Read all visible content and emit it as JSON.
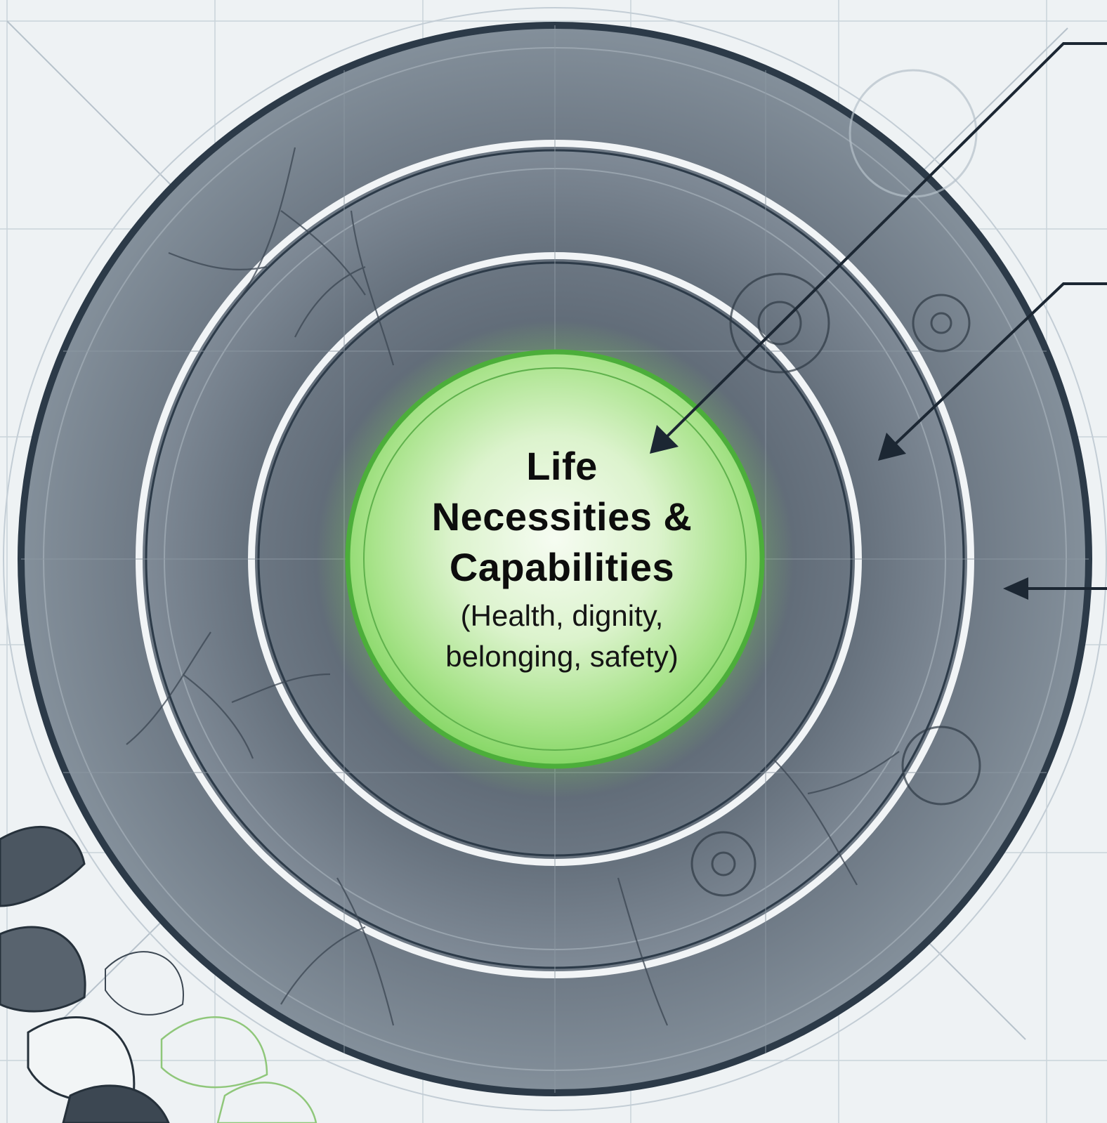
{
  "diagram": {
    "core": {
      "title_lines": [
        "Life",
        "Necessities &",
        "Capabilities"
      ],
      "subtitle_lines": [
        "(Health, dignity,",
        "belonging, safety)"
      ]
    },
    "rings": [
      {
        "name": "outer-ring"
      },
      {
        "name": "middle-ring"
      },
      {
        "name": "inner-ring"
      },
      {
        "name": "core-circle"
      }
    ],
    "pointers": [
      {
        "name": "pointer-arrow-core",
        "target": "core"
      },
      {
        "name": "pointer-arrow-middle-ring",
        "target": "middle-ring"
      },
      {
        "name": "pointer-arrow-outer-ring",
        "target": "outer-ring"
      }
    ]
  },
  "colors": {
    "background": "#eef2f4",
    "grid": "#c9d3da",
    "outer_ring": "#6f7a85",
    "middle_ring": "#7a8591",
    "inner_ring": "#5f6a76",
    "ring_outline": "#2c3a48",
    "ring_separator": "#f1f4f6",
    "core_glow": "#7ddc5a",
    "core_fill_center": "#f4fbef",
    "core_border": "#4cae3a",
    "arrow": "#1c2733",
    "leaf_dark": "#3c4752",
    "leaf_green": "#8fc77a"
  },
  "icons": [
    "gear-icon",
    "roots-icon",
    "leaf-icon"
  ]
}
